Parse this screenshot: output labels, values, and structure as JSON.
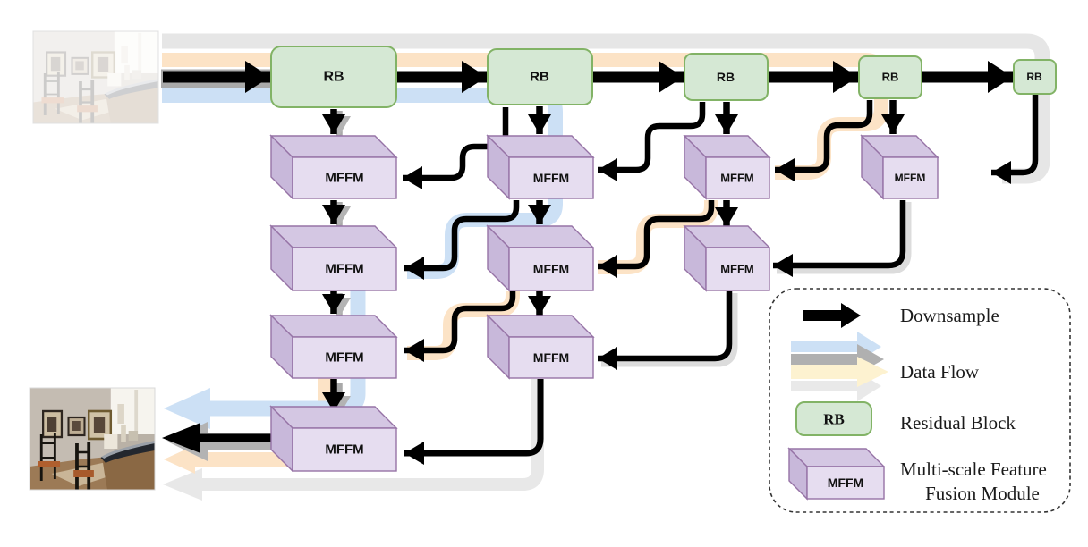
{
  "diagram": {
    "rb_label": "RB",
    "mffm_label": "MFFM",
    "rb_count": 5,
    "mffm_rows_per_column": [
      4,
      3,
      2,
      1
    ],
    "input_image": "hazy indoor room photograph (network input)",
    "output_image": "clear dehazed indoor room photograph (network output)"
  },
  "legend": {
    "downsample": "Downsample",
    "data_flow": "Data Flow",
    "rb_key": "RB",
    "residual_block": "Residual Block",
    "mffm_key": "MFFM",
    "mffm_line1": "Multi-scale Feature",
    "mffm_line2": "Fusion Module"
  },
  "colors": {
    "rb_fill": "#d5e8d4",
    "rb_stroke": "#82b366",
    "mffm_front": "#e6ddf0",
    "mffm_top": "#d4c7e3",
    "mffm_side": "#c8b8da",
    "mffm_stroke": "#9673a6",
    "flow_blue": "#cce0f5",
    "flow_orange": "#fce3c6",
    "flow_yellow": "#fdf2d0",
    "flow_gray_light": "#e6e6e6",
    "flow_gray_dark": "#a9a9a9",
    "arrow_black": "#000000"
  }
}
